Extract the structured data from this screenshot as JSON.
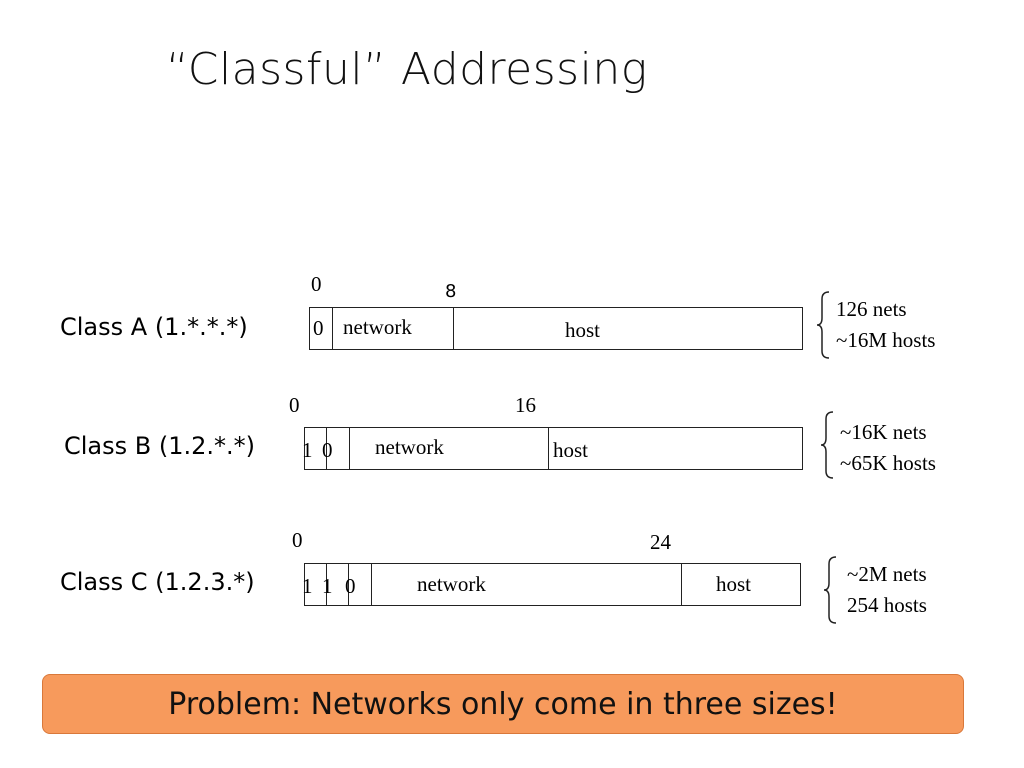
{
  "title": "“Classful” Addressing",
  "classes": {
    "a": {
      "label": "Class A (1.*.*.*)",
      "marks": [
        "0",
        "8"
      ],
      "bits": [
        "0"
      ],
      "network": "network",
      "host": "host",
      "stats": [
        "126 nets",
        "~16M hosts"
      ]
    },
    "b": {
      "label": "Class B (1.2.*.*)",
      "marks": [
        "0",
        "16"
      ],
      "bits": [
        "1",
        "0"
      ],
      "network": "network",
      "host": "host",
      "stats": [
        "~16K nets",
        "~65K hosts"
      ]
    },
    "c": {
      "label": "Class C (1.2.3.*)",
      "marks": [
        "0",
        "24"
      ],
      "bits": [
        "1",
        "1",
        "0"
      ],
      "network": "network",
      "host": "host",
      "stats": [
        "~2M nets",
        "254 hosts"
      ]
    }
  },
  "problem": "Problem: Networks only come in three sizes!"
}
